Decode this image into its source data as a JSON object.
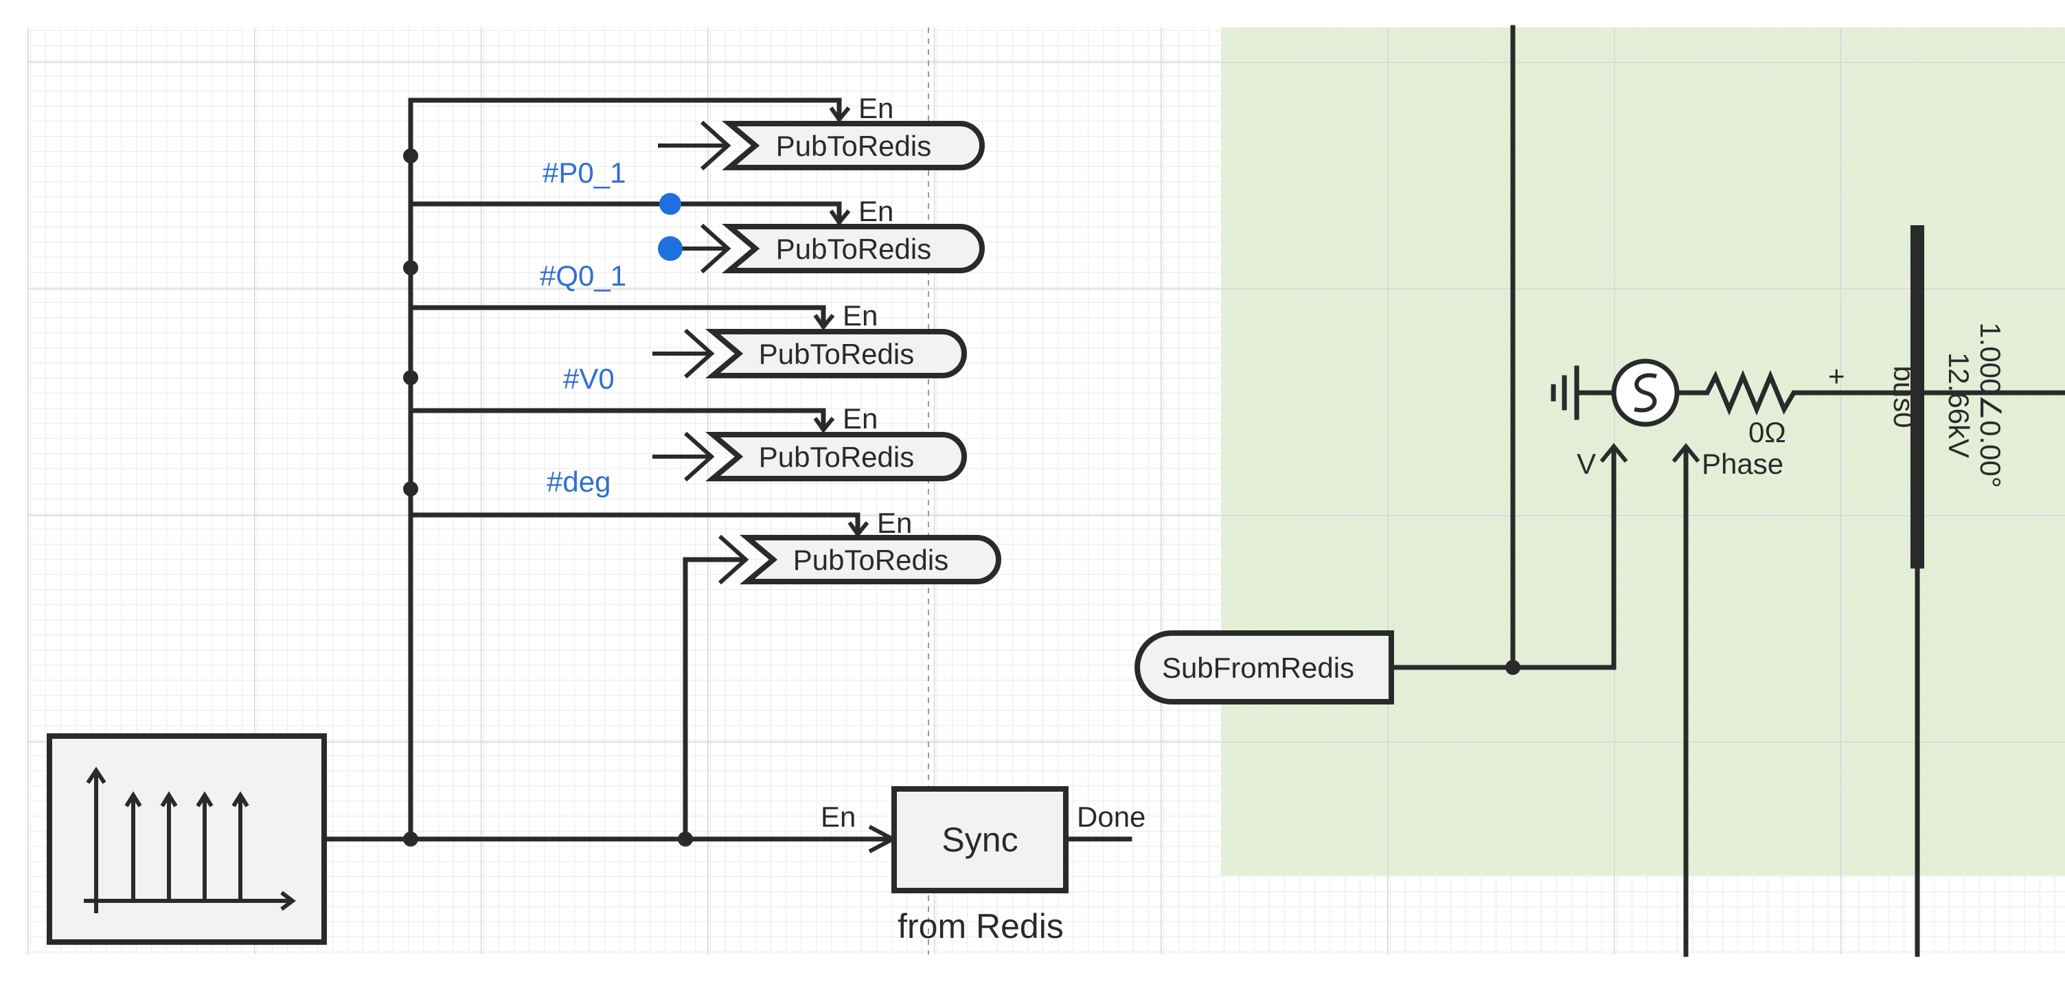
{
  "colors": {
    "grid_minor": "#ebebeb",
    "grid_major": "#d6d6d6",
    "region_fill": "#e3efd5",
    "wire": "#2a2a2a",
    "tag_text": "#2f6fd6",
    "selection_dot": "#1f6fe0",
    "block_fill": "#f2f2f2"
  },
  "blocks": {
    "pub_label": "PubToRedis",
    "enable_label": "En",
    "sub_label": "SubFromRedis",
    "sync_label": "Sync",
    "sync_in": "En",
    "sync_out": "Done",
    "sync_caption": "from Redis",
    "pulse_generator_icon": "pulse-train-icon"
  },
  "tags": [
    "#P0_1",
    "#Q0_1",
    "#V0",
    "#deg"
  ],
  "source": {
    "resistance": "0Ω",
    "plus": "+",
    "v_input": "V",
    "phase_input": "Phase",
    "ground_icon": "ground-icon",
    "ac_source_icon": "ac-source-icon",
    "resistor_icon": "resistor-icon"
  },
  "bus": {
    "name": "bus0",
    "voltage_pu": "1.000∠0.00°",
    "voltage_kv": "12.66kV"
  }
}
